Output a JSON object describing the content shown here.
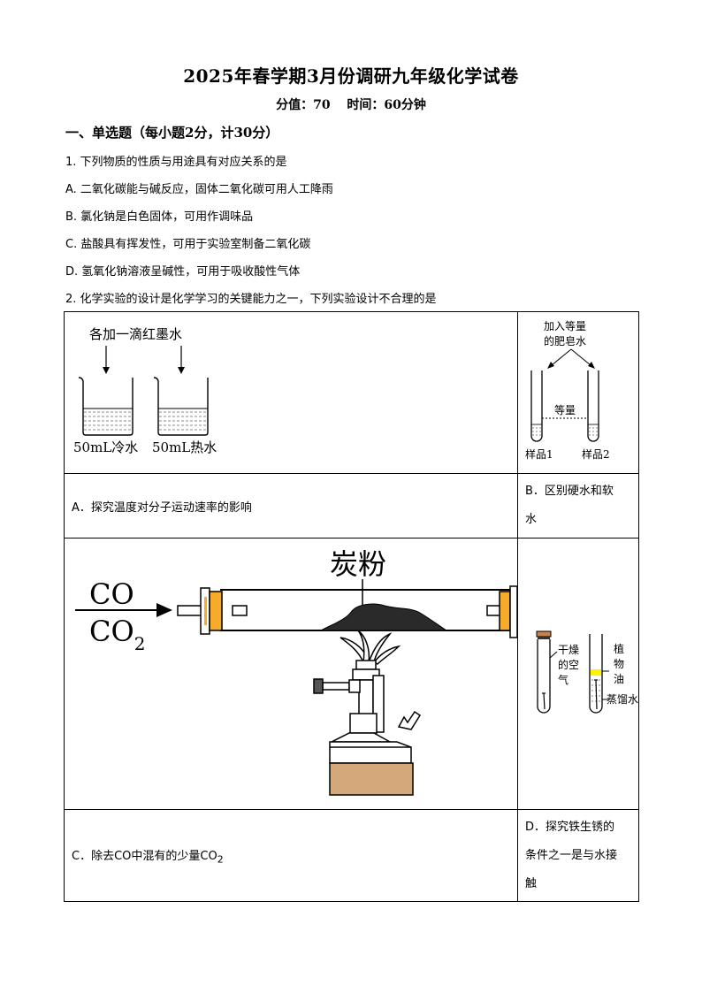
{
  "header": {
    "title": "2025年春学期3月份调研九年级化学试卷",
    "score_time": "分值：70　 时间：60分钟"
  },
  "section1": {
    "title": "一、单选题（每小题2分，计30分）"
  },
  "q1": {
    "stem": "1. 下列物质的性质与用途具有对应关系的是",
    "options": [
      "A. 二氧化碳能与碱反应，固体二氧化碳可用人工降雨",
      "B. 氯化钠是白色固体，可用作调味品",
      "C. 盐酸具有挥发性，可用于实验室制备二氧化碳",
      "D. 氢氧化钠溶液呈碱性，可用于吸收酸性气体"
    ]
  },
  "q2": {
    "stem": "2. 化学实验的设计是化学学习的关键能力之一，下列实验设计不合理的是",
    "A": {
      "label_top": "各加一滴红墨水",
      "beaker1": "50mL冷水",
      "beaker2": "50mL热水",
      "caption": "A．探究温度对分子运动速率的影响"
    },
    "B": {
      "label_top1": "加入等量",
      "label_top2": "的肥皂水",
      "equal": "等量",
      "sample1": "样品1",
      "sample2": "样品2",
      "caption1": "B．区别硬水和软",
      "caption2": "水"
    },
    "C": {
      "carbon": "炭粉",
      "gas1": "CO",
      "gas2": "CO",
      "gas2_sub": "2",
      "caption": "C．除去CO中混有的少量CO",
      "caption_sub": "2"
    },
    "D": {
      "dry1": "干燥",
      "dry2": "的空",
      "dry3": "气",
      "oil1": "植",
      "oil2": "物",
      "oil3": "油",
      "water": "蒸馏水",
      "caption1": "D．探究铁生锈的",
      "caption2": "条件之一是与水接",
      "caption3": "触"
    }
  }
}
